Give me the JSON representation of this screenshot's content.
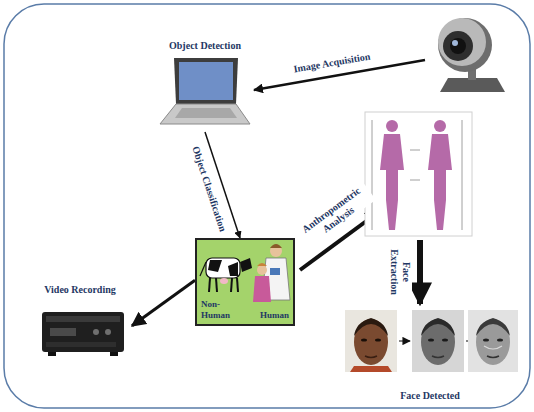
{
  "diagram": {
    "nodes": [
      {
        "text": [
          "Object Detection"
        ]
      },
      {
        "text": [
          "Non-Human",
          "Human"
        ]
      },
      {
        "text": [
          "Video Recording"
        ]
      },
      {
        "text": [
          "Face Detected"
        ]
      }
    ],
    "edges": [
      {
        "from": 0,
        "to": 1,
        "label": "Object Classification",
        "arrow": "to"
      },
      {
        "from": 1,
        "to": 2,
        "arrow": "to"
      }
    ],
    "labels": [
      "Image Acquisition",
      "Anthropometric Analysis",
      "Face Extraction"
    ]
  }
}
